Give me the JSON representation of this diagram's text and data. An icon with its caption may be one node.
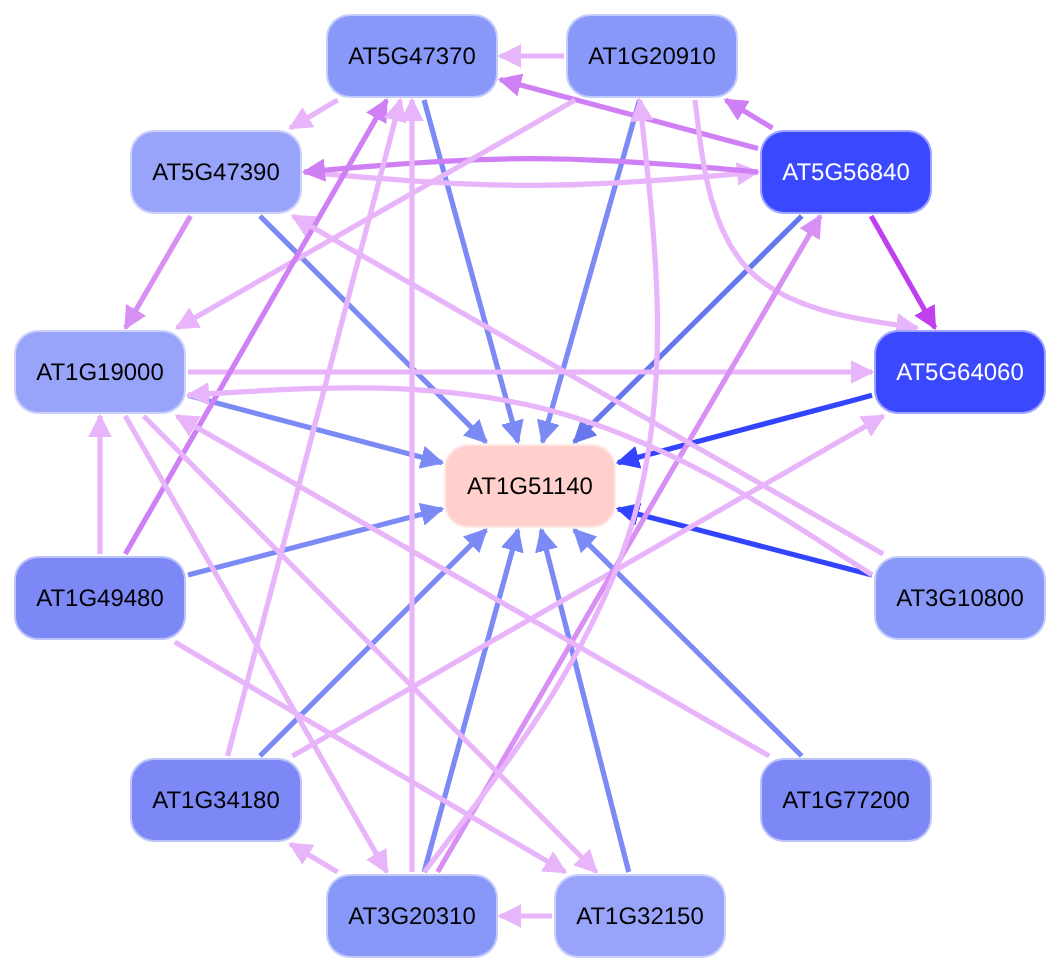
{
  "diagram": {
    "nodes": [
      {
        "text": [
          "AT5G47370"
        ]
      },
      {
        "text": [
          "AT1G20910"
        ]
      },
      {
        "text": [
          "AT5G47390"
        ]
      },
      {
        "text": [
          "AT5G56840"
        ]
      },
      {
        "text": [
          "AT1G19000"
        ]
      },
      {
        "text": [
          "AT5G64060"
        ]
      },
      {
        "text": [
          "AT1G51140"
        ]
      },
      {
        "text": [
          "AT1G49480"
        ]
      },
      {
        "text": [
          "AT3G10800"
        ]
      },
      {
        "text": [
          "AT1G34180"
        ]
      },
      {
        "text": [
          "AT1G77200"
        ]
      },
      {
        "text": [
          "AT3G20310"
        ]
      },
      {
        "text": [
          "AT1G32150"
        ]
      }
    ],
    "edges": [
      {
        "from": 0,
        "to": 6,
        "arrow": "to",
        "color": "#7b8af5"
      },
      {
        "from": 1,
        "to": 6,
        "arrow": "to",
        "color": "#7b8af5"
      },
      {
        "from": 2,
        "to": 6,
        "arrow": "to",
        "color": "#7b8af5"
      },
      {
        "from": 3,
        "to": 6,
        "arrow": "to",
        "color": "#6677ee"
      },
      {
        "from": 4,
        "to": 6,
        "arrow": "to",
        "color": "#7b8af5"
      },
      {
        "from": 5,
        "to": 6,
        "arrow": "to",
        "color": "#3344ff"
      },
      {
        "from": 7,
        "to": 6,
        "arrow": "to",
        "color": "#7b8af5"
      },
      {
        "from": 8,
        "to": 6,
        "arrow": "to",
        "color": "#3344ff"
      },
      {
        "from": 9,
        "to": 6,
        "arrow": "to",
        "color": "#7b8af5"
      },
      {
        "from": 10,
        "to": 6,
        "arrow": "to",
        "color": "#7b8af5"
      },
      {
        "from": 11,
        "to": 6,
        "arrow": "to",
        "color": "#7b8af5"
      },
      {
        "from": 12,
        "to": 6,
        "arrow": "to",
        "color": "#7b8af5"
      },
      {
        "from": 3,
        "to": 5,
        "arrow": "to",
        "color": "#c040f0"
      },
      {
        "from": 3,
        "to": 0,
        "arrow": "to",
        "color": "#d080f5"
      },
      {
        "from": 3,
        "to": 1,
        "arrow": "to",
        "color": "#d080f5"
      },
      {
        "from": 2,
        "to": 3,
        "arrow": "to"
      },
      {
        "from": 3,
        "to": 2,
        "arrow": "to",
        "color": "#d080f5"
      },
      {
        "from": 0,
        "to": 2,
        "arrow": "to"
      },
      {
        "from": 2,
        "to": 4,
        "arrow": "to",
        "color": "#d890f5"
      },
      {
        "from": 1,
        "to": 4,
        "arrow": "to"
      },
      {
        "from": 1,
        "to": 5,
        "arrow": "to"
      },
      {
        "from": 4,
        "to": 5,
        "arrow": "to"
      },
      {
        "from": 9,
        "to": 5,
        "arrow": "to"
      },
      {
        "from": 11,
        "to": 3,
        "arrow": "to",
        "color": "#d890f5"
      },
      {
        "from": 7,
        "to": 0,
        "arrow": "to",
        "color": "#d080f5"
      },
      {
        "from": 9,
        "to": 0,
        "arrow": "to"
      },
      {
        "from": 11,
        "to": 0,
        "arrow": "to"
      },
      {
        "from": 11,
        "to": 1,
        "arrow": "to"
      },
      {
        "from": 7,
        "to": 4,
        "arrow": "to"
      },
      {
        "from": 4,
        "to": 11,
        "arrow": "to"
      },
      {
        "from": 8,
        "to": 4,
        "arrow": "to"
      },
      {
        "from": 8,
        "to": 2,
        "arrow": "to"
      },
      {
        "from": 10,
        "to": 4,
        "arrow": "to"
      },
      {
        "from": 4,
        "to": 12,
        "arrow": "to"
      },
      {
        "from": 7,
        "to": 12,
        "arrow": "to"
      },
      {
        "from": 12,
        "to": 11,
        "arrow": "to"
      },
      {
        "from": 1,
        "to": 0,
        "arrow": "to"
      },
      {
        "from": 11,
        "to": 9,
        "arrow": "to"
      }
    ]
  }
}
